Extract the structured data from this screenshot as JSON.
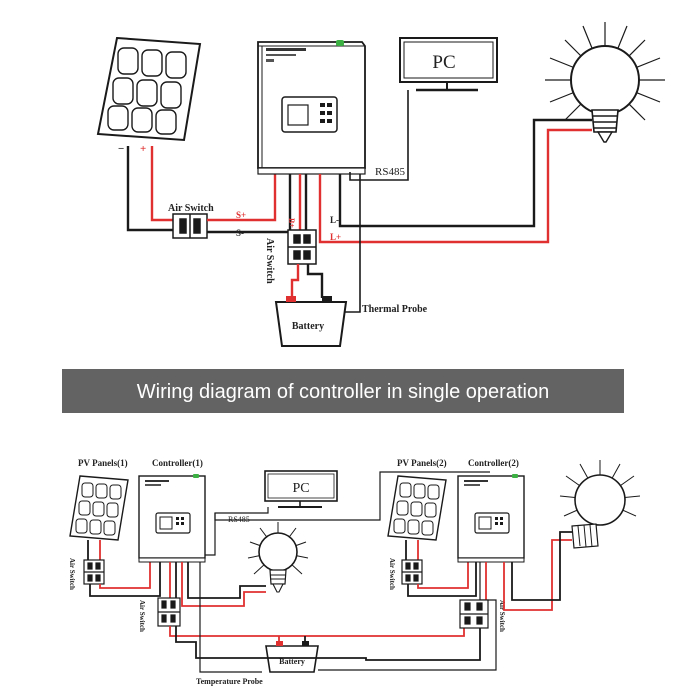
{
  "top": {
    "rs485": "RS485",
    "pc": "PC",
    "air_switch_pv": "Air Switch",
    "air_switch_bat": "Air Switch",
    "battery": "Battery",
    "thermal_probe": "Thermal Probe",
    "s_plus": "S+",
    "s_minus": "S-",
    "b_plus": "B+",
    "l_minus": "L-",
    "l_plus": "L+"
  },
  "banner": {
    "text": "Wiring diagram of controller in single operation"
  },
  "bottom": {
    "pv1": "PV Panels(1)",
    "ctrl1": "Controller(1)",
    "pv2": "PV Panels(2)",
    "ctrl2": "Controller(2)",
    "pc": "PC",
    "rs485": "RS485",
    "battery": "Battery",
    "temp_probe": "Temperature Probe",
    "air_switch": "Air Switch"
  },
  "colors": {
    "positive": "#e03030",
    "negative": "#1a1a1a",
    "banner_bg": "#636363",
    "indicator": "#3cb043"
  }
}
